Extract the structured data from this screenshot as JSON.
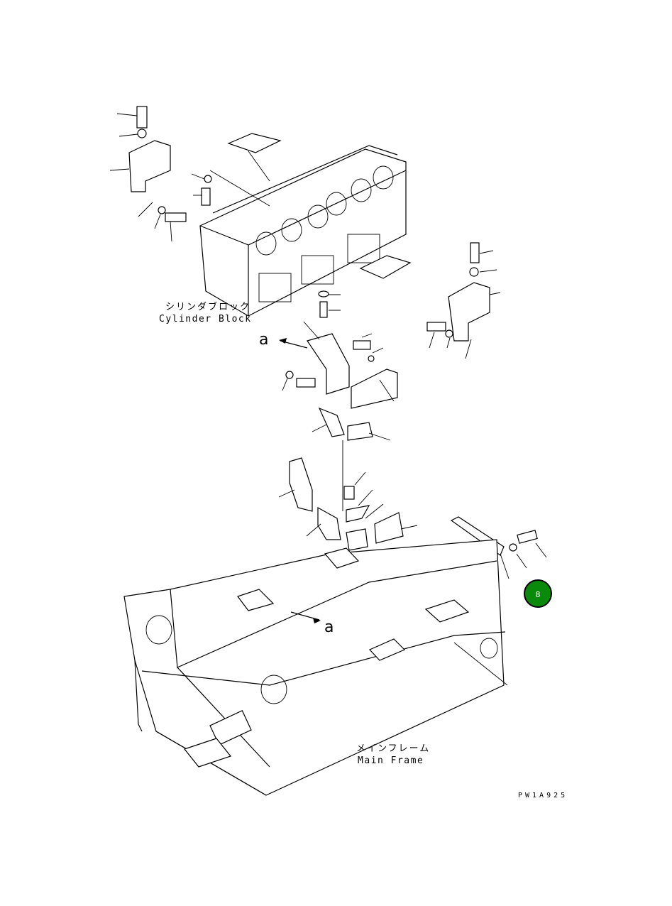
{
  "labels": {
    "cylinder_block_jp": "シリンダブロック",
    "cylinder_block_en": "Cylinder Block",
    "main_frame_jp": "メインフレーム",
    "main_frame_en": "Main Frame",
    "view_ref_1": "a",
    "view_ref_2": "a",
    "drawing_code": "PW1A925"
  },
  "badge": {
    "value": "8",
    "color": "#0a8a0a"
  }
}
